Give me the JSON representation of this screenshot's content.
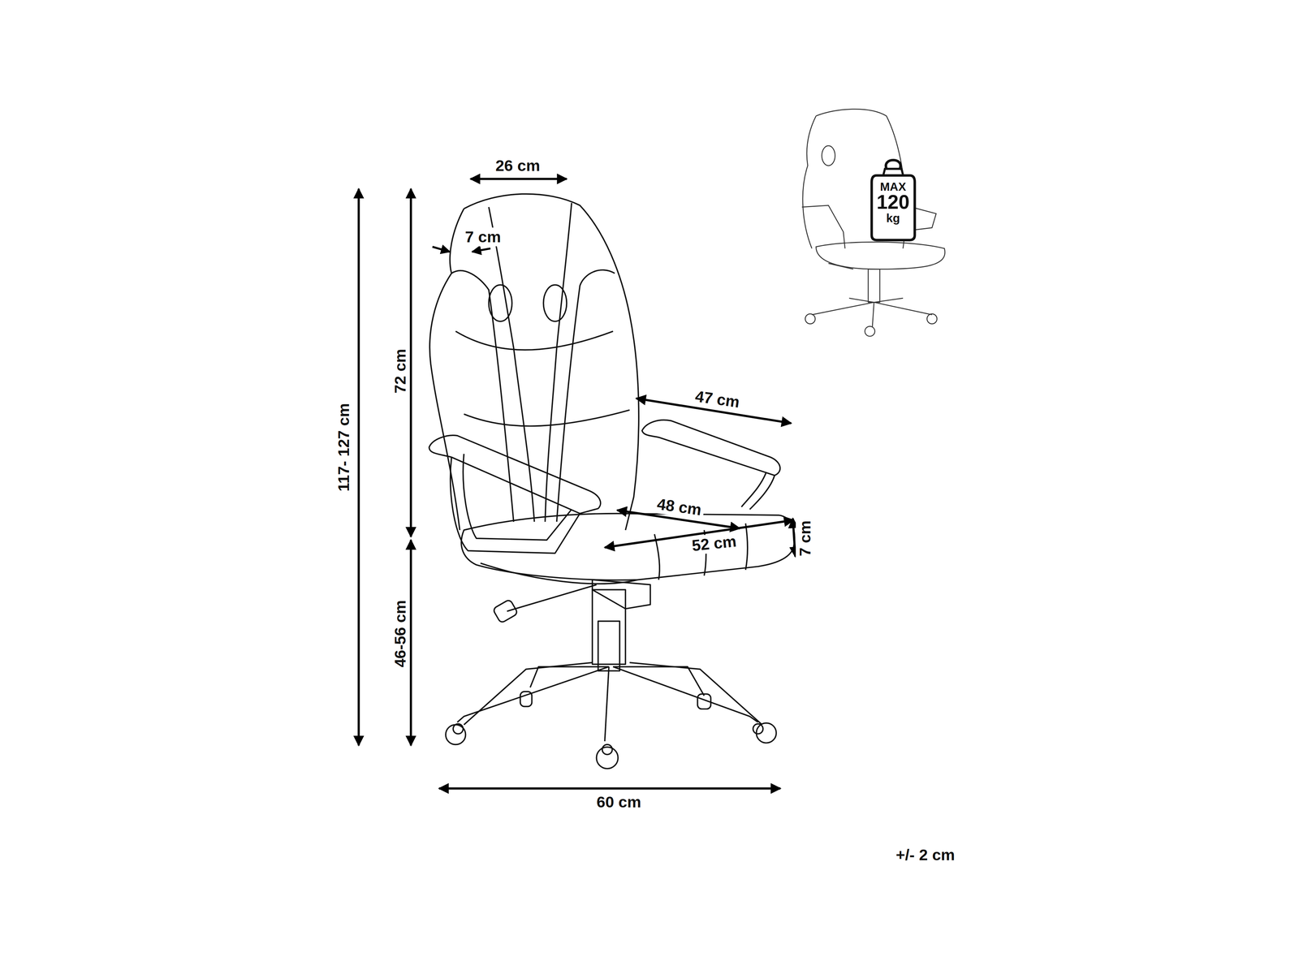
{
  "diagram": {
    "nodes": [
      {
        "text": [
          "MAX",
          "120",
          "kg"
        ]
      }
    ],
    "labels": [
      "26 cm",
      "7 cm",
      "72 cm",
      "117- 127 cm",
      "47 cm",
      "48 cm",
      "52 cm",
      "7 cm",
      "46-56 cm",
      "60 cm",
      "+/- 2 cm"
    ]
  }
}
